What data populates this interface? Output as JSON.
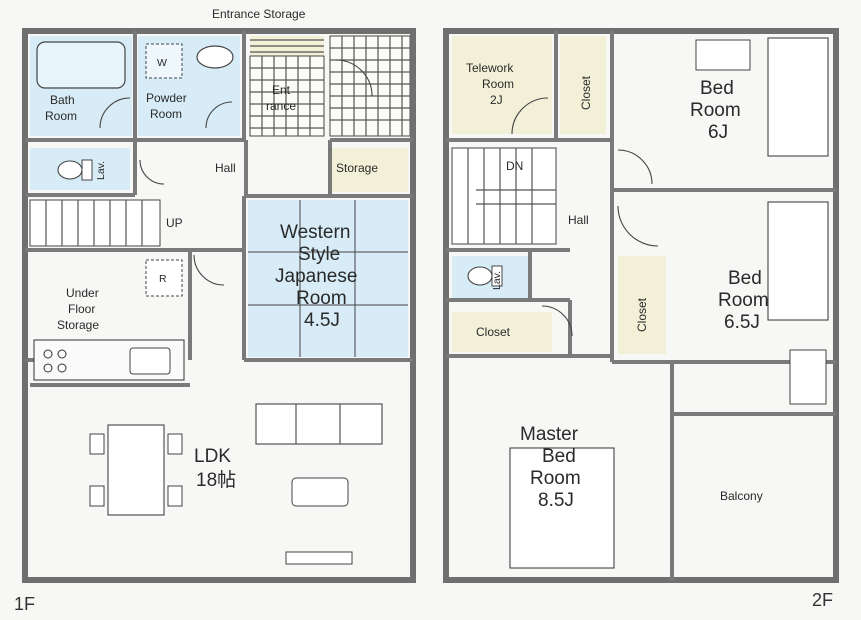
{
  "floor1": {
    "floor_label": "1F",
    "entrance_storage": "Entrance Storage",
    "bath_room": [
      "Bath",
      "Room"
    ],
    "washer_mark": "W",
    "powder_room": [
      "Powder",
      "Room"
    ],
    "entrance": [
      "Ent",
      "rance"
    ],
    "lav": "Lav.",
    "hall": "Hall",
    "storage": "Storage",
    "up": "UP",
    "refrigerator_mark": "R",
    "under_floor_storage": [
      "Under",
      "Floor",
      "Storage"
    ],
    "japanese_room": [
      "Western",
      "Style",
      "Japanese",
      "Room",
      "4.5J"
    ],
    "ldk": [
      "LDK",
      "18帖"
    ]
  },
  "floor2": {
    "floor_label": "2F",
    "telework_room": [
      "Telework",
      "Room",
      "2J"
    ],
    "closet_top": "Closet",
    "bed_room_6": [
      "Bed",
      "Room",
      "6J"
    ],
    "dn": "DN",
    "hall": "Hall",
    "lav": "Lav.",
    "closet_mid": "Closet",
    "bed_room_65": [
      "Bed",
      "Room",
      "6.5J"
    ],
    "closet_left": "Closet",
    "master_bed_room": [
      "Master",
      "Bed",
      "Room",
      "8.5J"
    ],
    "balcony": "Balcony"
  },
  "colors": {
    "wall": "#6f6f6f",
    "wet_area_fill": "#d7ecf7",
    "storage_fill": "#f3f0d8",
    "background": "#f7f7f5"
  }
}
